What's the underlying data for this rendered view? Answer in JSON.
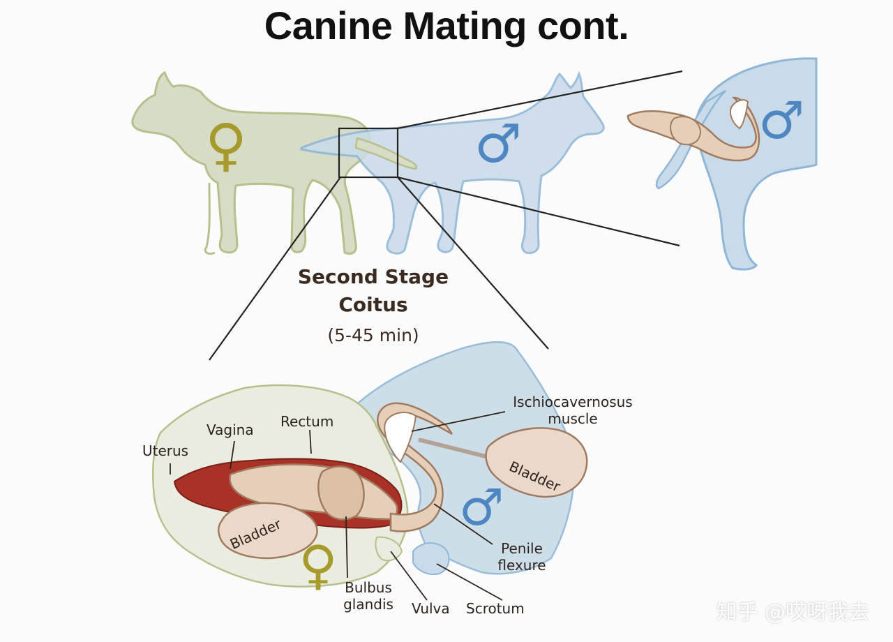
{
  "title": "Canine Mating cont.",
  "stage": {
    "name_line1": "Second Stage",
    "name_line2": "Coitus",
    "duration": "(5-45 min)"
  },
  "labels": {
    "uterus": "Uterus",
    "vagina": "Vagina",
    "rectum": "Rectum",
    "ischio_line1": "Ischiocavernosus",
    "ischio_line2": "muscle",
    "bladder_male": "Bladder",
    "bladder_female": "Bladder",
    "penile_line1": "Penile",
    "penile_line2": "flexure",
    "bulbus_line1": "Bulbus",
    "bulbus_line2": "glandis",
    "vulva": "Vulva",
    "scrotum": "Scrotum"
  },
  "symbols": {
    "female": "♀",
    "male": "♂"
  },
  "colors": {
    "female_dog": "#d6dcc6",
    "female_outline": "#b7bf8c",
    "female_symbol": "#a79a2c",
    "male_dog": "#c9dbe8",
    "male_outline": "#8fb6d6",
    "male_symbol": "#4e86c2",
    "tissue": "#e6cfb9",
    "tissue_outline": "#a07a5e",
    "vagina_red": "#a93226"
  },
  "watermark": "知乎 @哎呀我去"
}
